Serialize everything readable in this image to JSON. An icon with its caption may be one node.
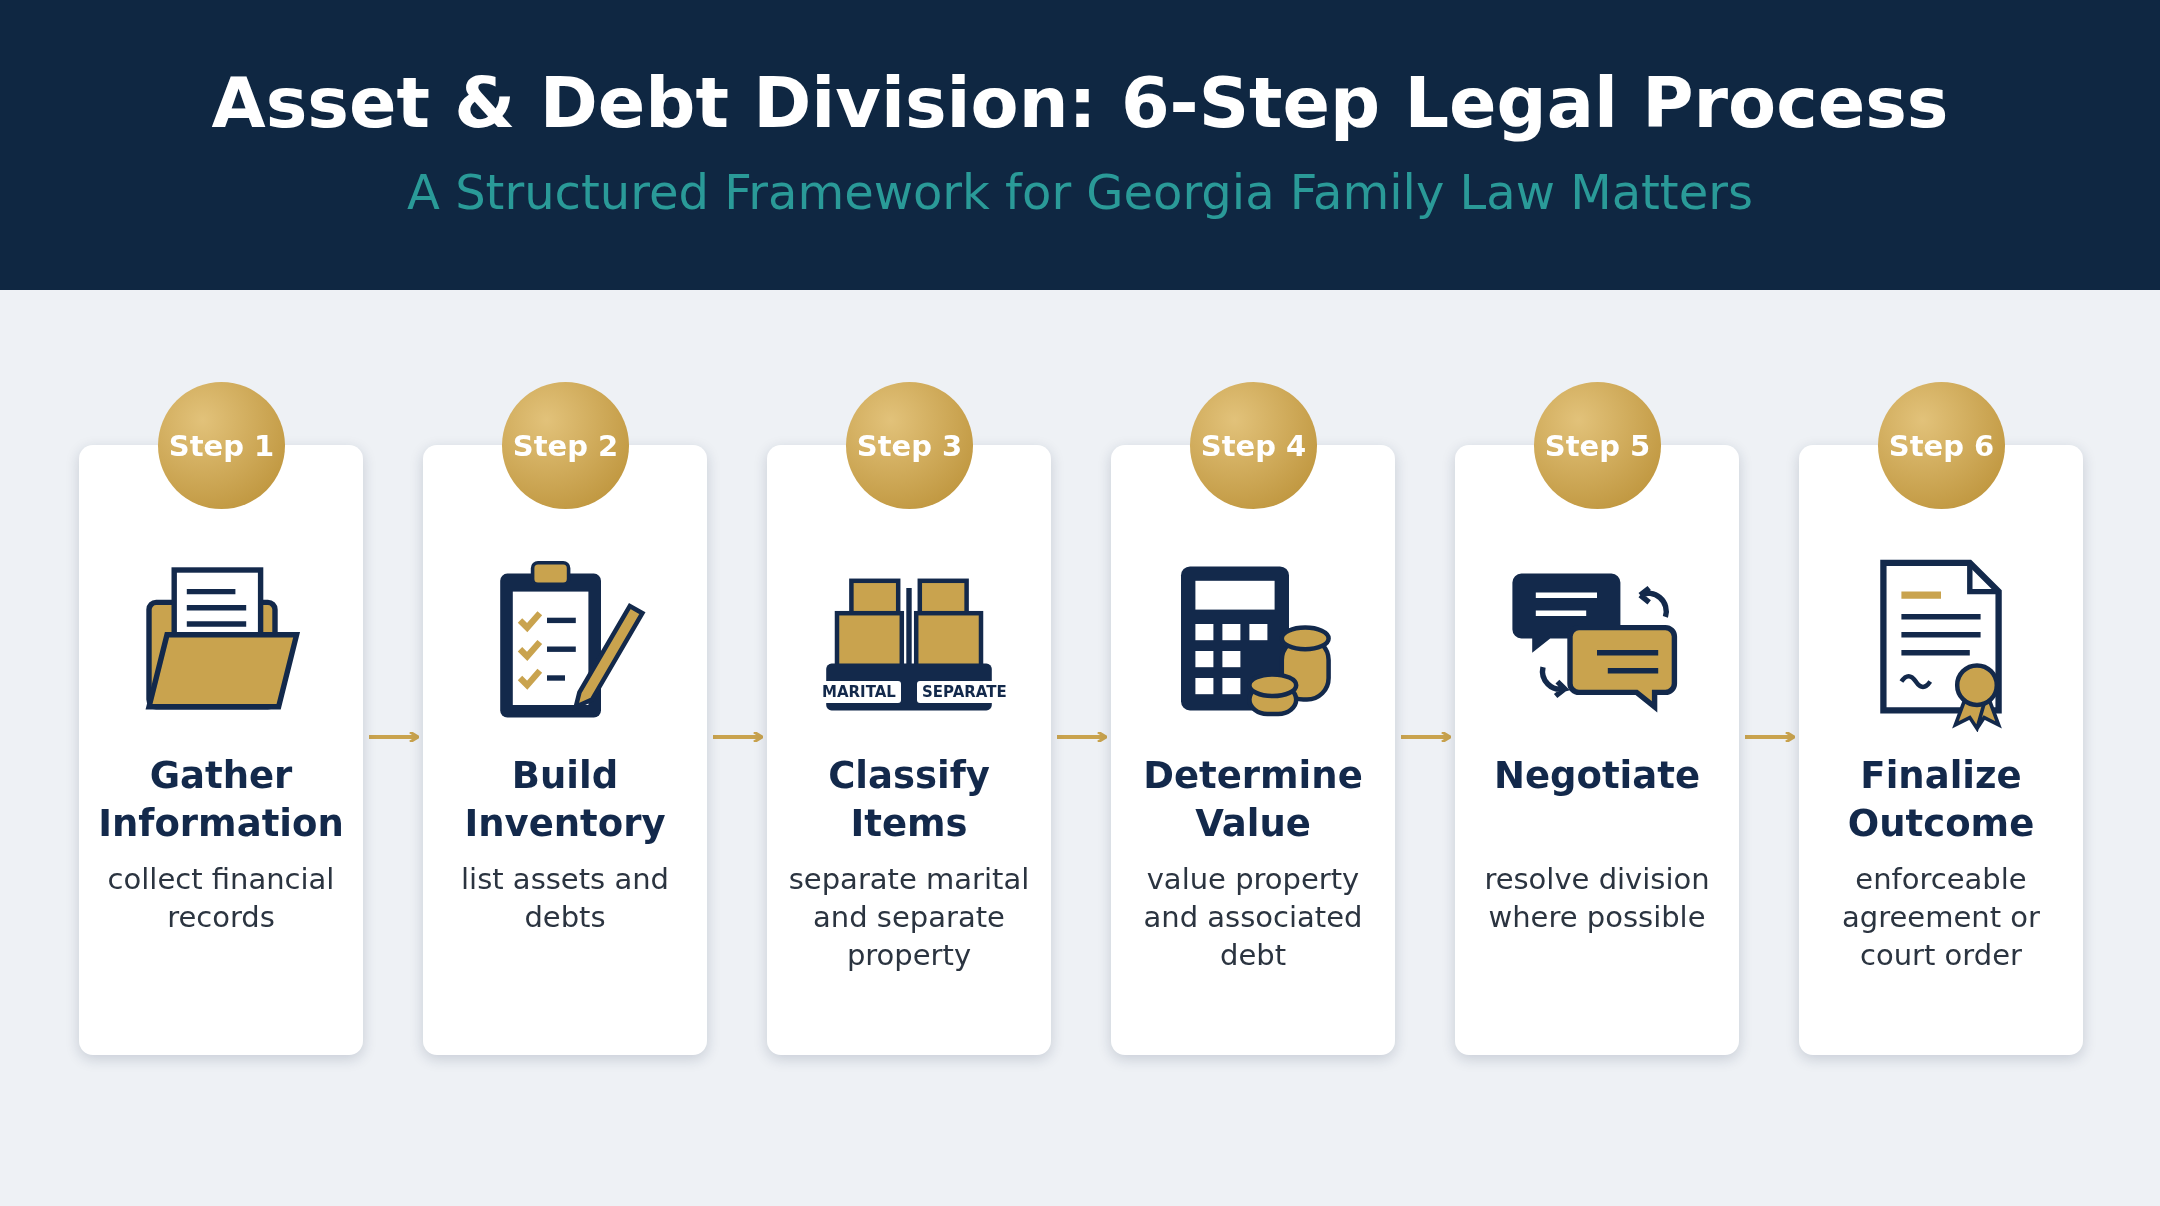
{
  "diagram": {
    "title": "Asset & Debt Division: 6-Step Legal Process",
    "caption": "A Structured Framework for Georgia Family Law Matters",
    "nodes": [
      {
        "text": [
          "Step 1",
          "Gather Information",
          "collect financial records"
        ]
      },
      {
        "text": [
          "Step 2",
          "Build Inventory",
          "list assets and debts"
        ]
      },
      {
        "text": [
          "Step 3",
          "Classify Items",
          "separate marital and separate property"
        ]
      },
      {
        "text": [
          "Step 4",
          "Determine Value",
          "value property and associated debt"
        ]
      },
      {
        "text": [
          "Step 5",
          "Negotiate",
          "resolve division where possible"
        ]
      },
      {
        "text": [
          "Step 6",
          "Finalize Outcome",
          "enforceable agreement or court order"
        ]
      }
    ],
    "edges": [
      {
        "from": 0,
        "to": 1,
        "arrow": "to"
      },
      {
        "from": 1,
        "to": 2,
        "arrow": "to"
      },
      {
        "from": 2,
        "to": 3,
        "arrow": "to"
      },
      {
        "from": 3,
        "to": 4,
        "arrow": "to"
      },
      {
        "from": 4,
        "to": 5,
        "arrow": "to"
      }
    ],
    "labels": [
      "MARITAL",
      "SEPARATE"
    ]
  }
}
